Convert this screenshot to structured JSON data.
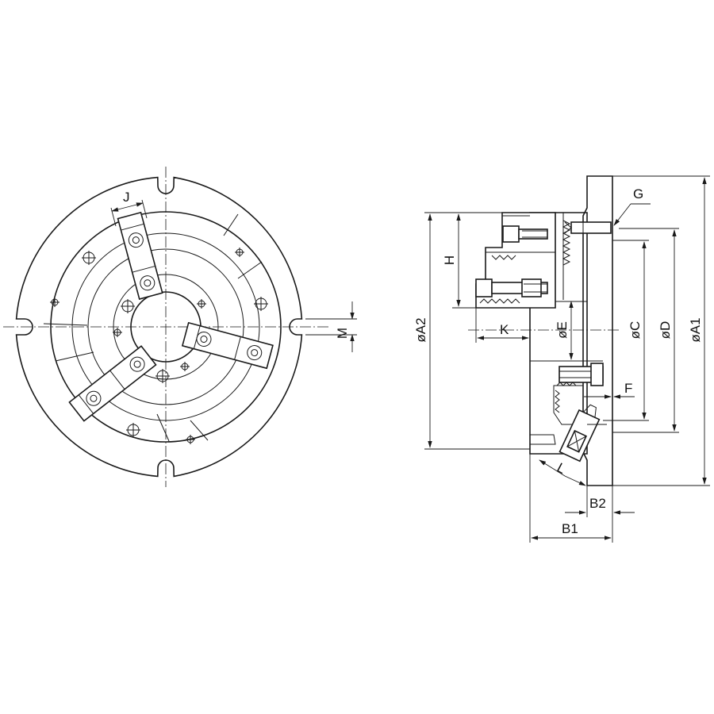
{
  "diagram": {
    "front_view": {
      "labels": {
        "jaw_width": "J",
        "slot_width": "M"
      }
    },
    "side_view": {
      "labels": {
        "dia_a1": "øA1",
        "dia_a2": "øA2",
        "dia_c": "øC",
        "dia_d": "øD",
        "dia_e": "øE",
        "b1": "B1",
        "b2": "B2",
        "f": "F",
        "g": "G",
        "h": "H",
        "k": "K",
        "l": "L"
      }
    },
    "colors": {
      "line": "#1a1a1a",
      "background": "#ffffff"
    }
  }
}
